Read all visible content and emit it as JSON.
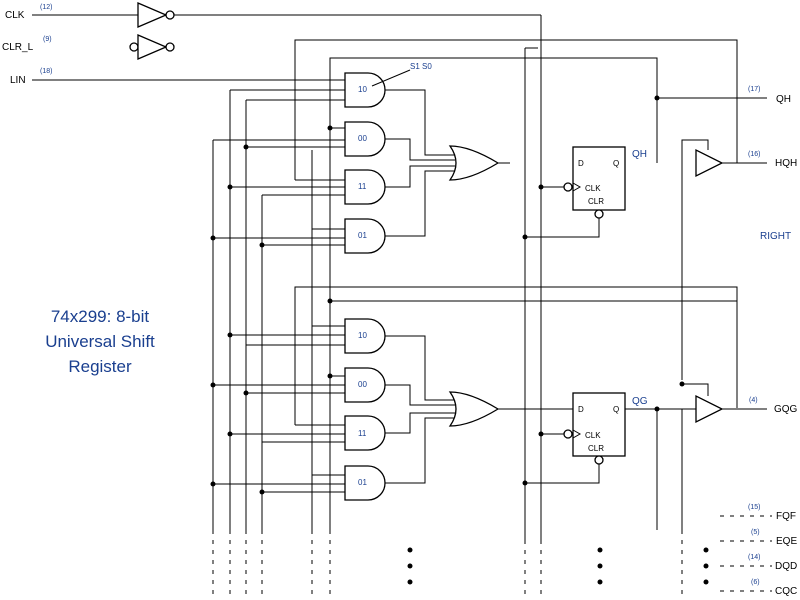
{
  "title": {
    "line1": "74x299: 8-bit",
    "line2": "Universal Shift",
    "line3": "Register"
  },
  "inputs": {
    "clk": {
      "name": "CLK",
      "pin": "(12)"
    },
    "clr": {
      "name": "CLR_L",
      "pin": "(9)"
    },
    "lin": {
      "name": "LIN",
      "pin": "(18)"
    }
  },
  "select_label": "S1 S0",
  "gate_codes": {
    "top": [
      "10",
      "00",
      "11",
      "01"
    ],
    "bottom": [
      "10",
      "00",
      "11",
      "01"
    ]
  },
  "flipflop": {
    "d": "D",
    "q": "Q",
    "clk": "CLK",
    "clr": "CLR"
  },
  "stage_labels": {
    "qh_internal": "QH",
    "qg_internal": "QG"
  },
  "right_label": "RIGHT",
  "outputs": [
    {
      "name": "QH",
      "pin": "(17)"
    },
    {
      "name": "HQH",
      "pin": "(16)"
    },
    {
      "name": "GQG",
      "pin": "(4)"
    },
    {
      "name": "FQF",
      "pin": "(15)"
    },
    {
      "name": "EQE",
      "pin": "(5)"
    },
    {
      "name": "DQD",
      "pin": "(14)"
    },
    {
      "name": "CQC",
      "pin": "(6)"
    }
  ]
}
